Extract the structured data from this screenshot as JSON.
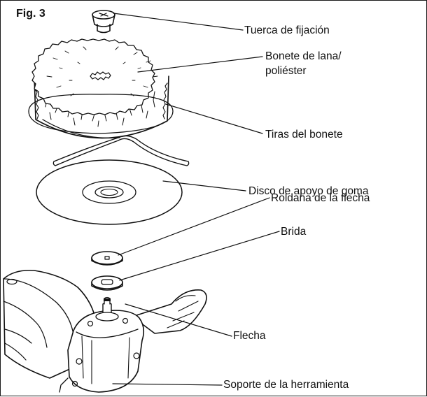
{
  "figure": {
    "title": "Fig. 3",
    "labels": {
      "nut": "Tuerca de fijación",
      "bonnet_line1": "Bonete de lana/",
      "bonnet_line2": "poliéster",
      "strings": "Tiras del bonete",
      "pad": "Disco de apoyo de goma",
      "washer": "Roldana de la flecha",
      "flange": "Brida",
      "spindle": "Flecha",
      "housing": "Soporte de la herramienta"
    }
  }
}
